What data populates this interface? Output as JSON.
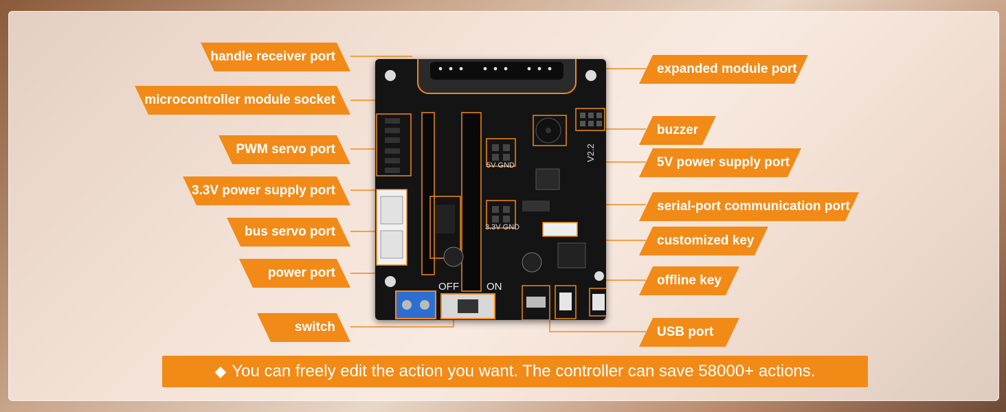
{
  "labels_left": [
    "handle receiver port",
    "microcontroller module socket",
    "PWM servo port",
    "3.3V power supply port",
    "bus servo port",
    "power port",
    "switch"
  ],
  "labels_right": [
    "expanded module port",
    "buzzer",
    "5V power supply port",
    "serial-port communication port",
    "customized key",
    "offline key",
    "USB port"
  ],
  "board_text": {
    "version": "V2.2",
    "label_5v": "5V GND",
    "label_33v": "3.3V GND",
    "switch_off": "OFF",
    "switch_on": "ON"
  },
  "banner": {
    "icon": "diamond-icon",
    "text": "You can freely edit the action you want. The controller can save 58000+ actions."
  },
  "colors": {
    "accent": "#f28a18",
    "board": "#141414",
    "highlight_box": "#f28a18"
  }
}
